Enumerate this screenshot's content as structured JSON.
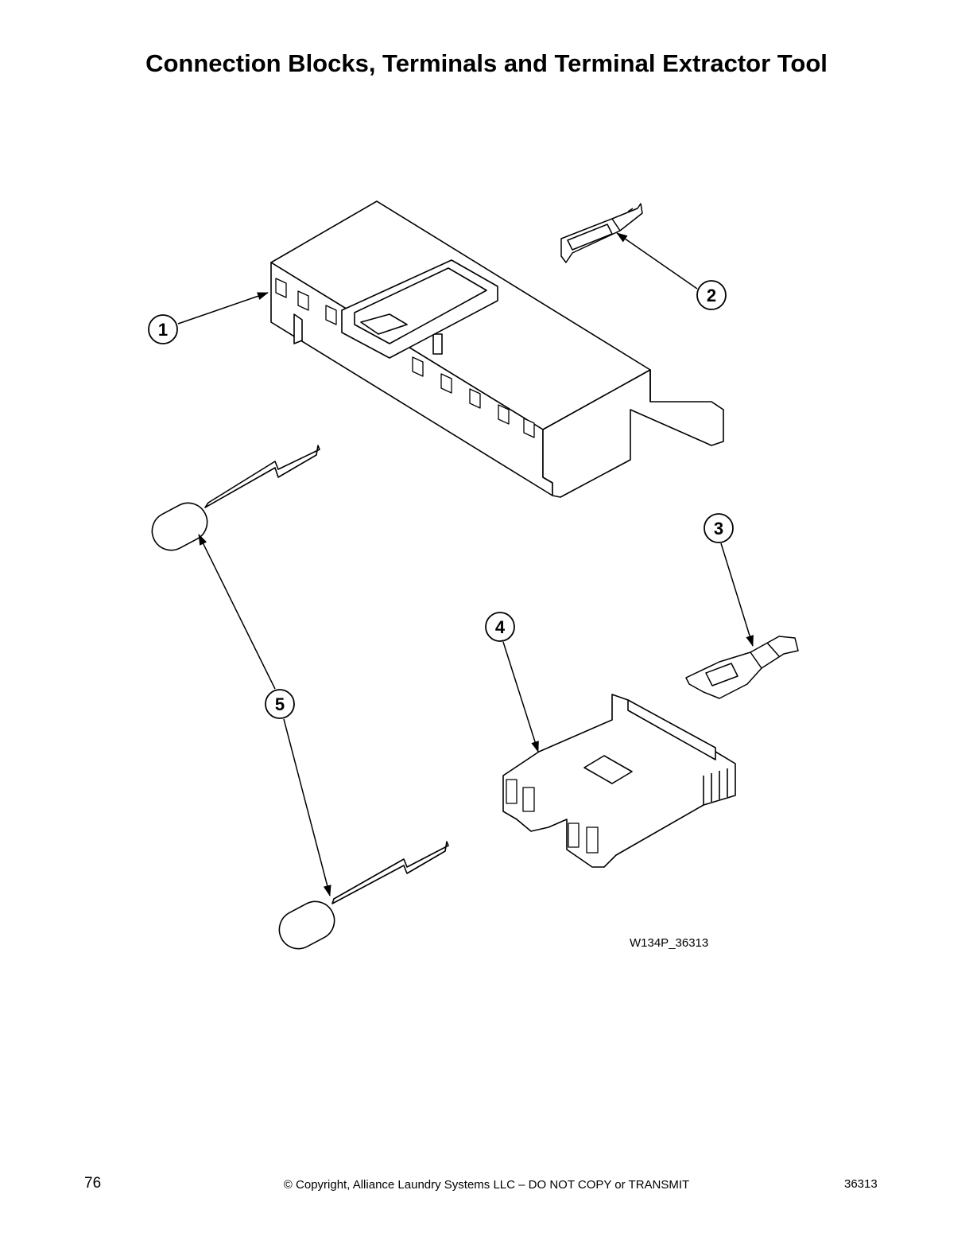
{
  "title": "Connection Blocks, Terminals and Terminal Extractor Tool",
  "callouts": [
    "1",
    "2",
    "3",
    "4",
    "5"
  ],
  "figure_id": "W134P_36313",
  "footer": {
    "page_number": "76",
    "copyright": "© Copyright, Alliance Laundry Systems LLC – DO NOT COPY or TRANSMIT",
    "doc_number": "36313"
  }
}
